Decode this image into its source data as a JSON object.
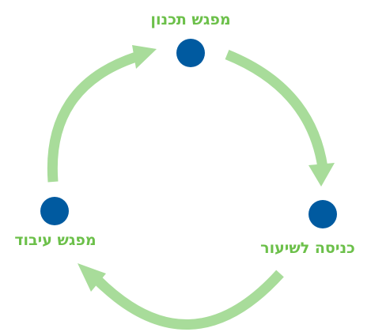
{
  "colors": {
    "arrow": "#a8dc9a",
    "node": "#005aa0",
    "label": "#6cc04a",
    "background": "#ffffff"
  },
  "nodes": {
    "top": {
      "label": "מפגש תכנון"
    },
    "right": {
      "label": "כניסה לשיעור"
    },
    "left": {
      "label": "מפגש עיבוד"
    }
  }
}
